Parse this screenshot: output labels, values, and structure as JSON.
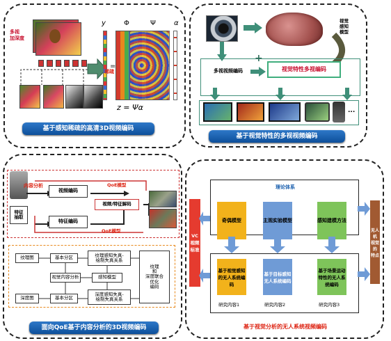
{
  "panel1": {
    "left_label": "多视\n加深度",
    "sparse_label": "稀疏",
    "caption": "基于感知稀疏的高清3D视频编码",
    "math_symbols": [
      "y",
      "Φ",
      "Ψ",
      "α"
    ],
    "equation": "z = Ψα"
  },
  "panel2": {
    "model_label": "视觉\n感知\n模型",
    "box_encode": "多视视频编码",
    "box_feature": "视觉特性多视编码",
    "plus_sign": "+",
    "ellipsis": "...",
    "caption": "基于视觉特性的多视视频编码"
  },
  "panel3": {
    "content_analysis": "内容分析",
    "video_encode": "视频编码",
    "qoe_model_top": "QoE模型",
    "decode": "视频/特征解码",
    "feature_extract": "特征\n抽取",
    "feature_encode": "特征编码",
    "qoe_model_bottom": "QoE模型",
    "texture": "纹理图",
    "depth": "深度图",
    "basic_partition_1": "基本分区",
    "basic_partition_2": "基本分区",
    "texture_distortion": "纹理感知失真-\n绘制失真关系",
    "depth_distortion": "深度感知失真-\n绘制失真关系",
    "visual_content": "视觉内容分析",
    "perception_model": "感知模型",
    "joint_optimization": "纹理\n和\n深度联合\n优化\n编码",
    "caption": "面向QoE基于内容分析的3D视频编码"
  },
  "panel4": {
    "top_title": "理论体系",
    "col1_top": "奇偶模型",
    "col2_top": "主观实验模型",
    "col3_top": "感知建模方法",
    "col1_bottom": "基于视觉感知的无人系统编码",
    "col2_bottom": "基于目标感知无人系统编码",
    "col3_bottom": "基于场景运动特性的无人系统编码",
    "study1": "研究内容1",
    "study2": "研究内容2",
    "study3": "研究内容3",
    "left_vertical": "VC\n视频\n标准",
    "right_vertical": "无人\n机\n视觉\n的\n特点",
    "caption": "基于视觉分析的无人系统视频编码"
  },
  "colors": {
    "caption_blue": "#1a5fae",
    "arrow_green": "#3f8f79",
    "red_bar": "#e53b2f",
    "orange_box": "#f2b21b",
    "blue_box": "#6f9bd6",
    "green_box": "#7ec45a",
    "brown_bar": "#a15a32"
  }
}
